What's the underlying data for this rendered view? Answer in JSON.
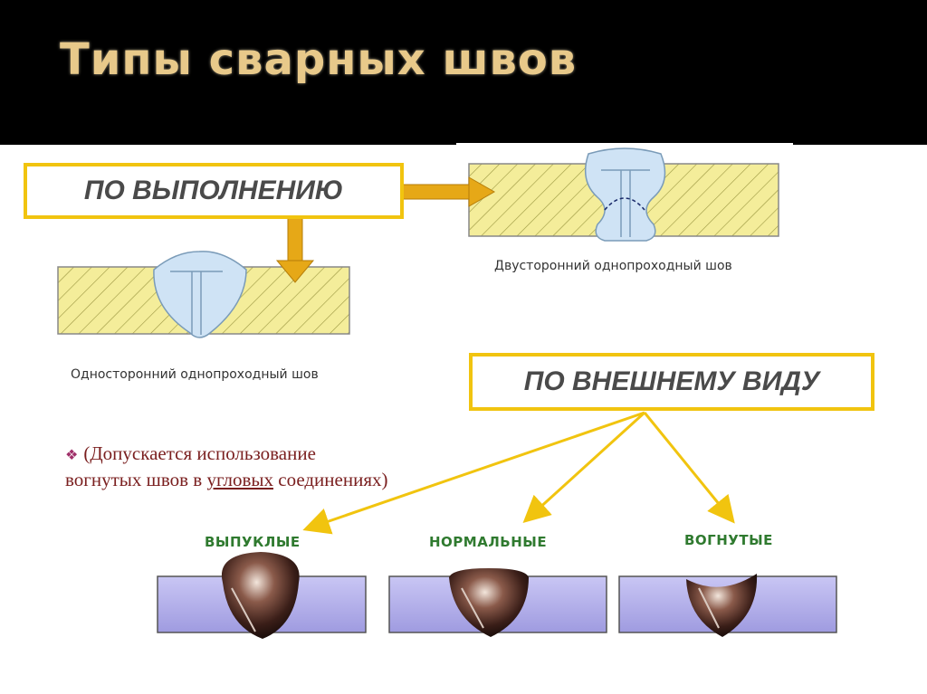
{
  "title": "Типы сварных швов",
  "boxes": {
    "execution": "ПО ВЫПОЛНЕНИЮ",
    "appearance": "ПО ВНЕШНЕМУ ВИДУ"
  },
  "captions": {
    "double_sided": "Двусторонний однопроходный шов",
    "single_sided": "Односторонний однопроходный шов"
  },
  "note": {
    "prefix": "(Допускается использование вогнутых швов в ",
    "underlined": "угловых",
    "suffix": " соединениях)"
  },
  "types": {
    "convex": "ВЫПУКЛЫЕ",
    "normal": "НОРМАЛЬНЫЕ",
    "concave": "ВОГНУТЫЕ"
  },
  "colors": {
    "accent_yellow": "#f1c40f",
    "arrow_orange": "#e6a817",
    "plate_yellow": "#f4ed9a",
    "weld_blue": "#cfe3f5",
    "plate_purple": "#b3b0ec",
    "title_gold": "#e8c98a"
  },
  "icons": {
    "bullet": "diamond-bullet-icon"
  }
}
